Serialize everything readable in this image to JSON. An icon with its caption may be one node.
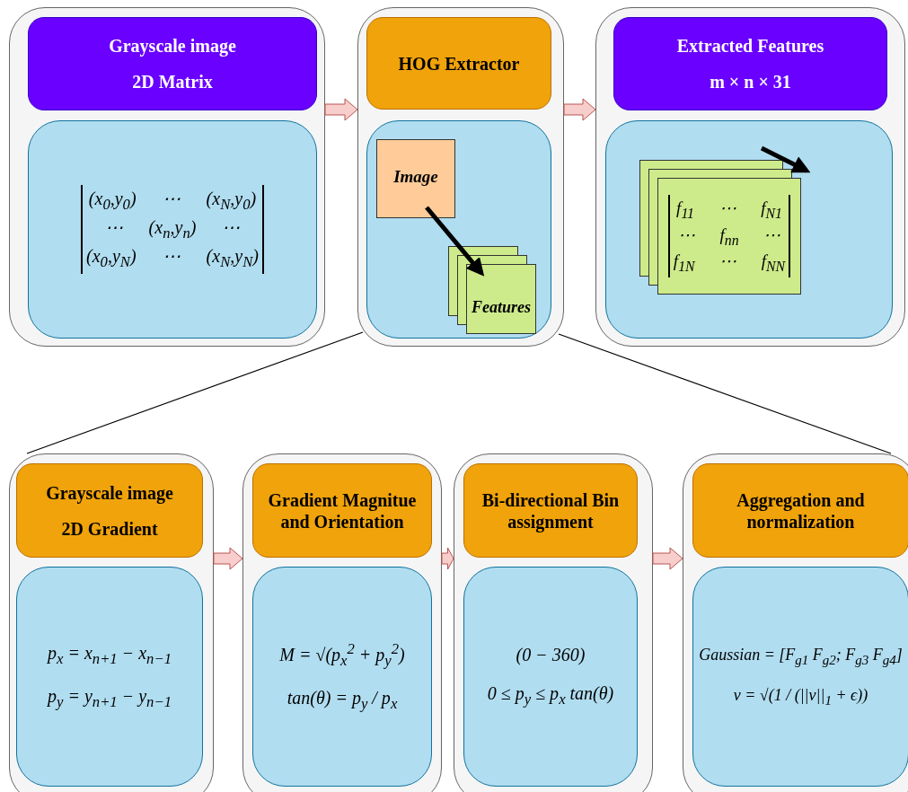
{
  "diagram": {
    "nodes": [
      {
        "text": [],
        "shape": "box"
      },
      {
        "text": [
          "Grayscale image",
          "2D Matrix"
        ],
        "in": 0
      },
      {
        "text": [
          "(x$_{0}$,y$_{0}$) ⋯ (x$_{N}$,y$_{0}$)",
          "⋯ (x$_{n}$,y$_{n}$) ⋯",
          "(x$_{0}$,y$_{N}$) ⋯ (x$_{N}$,y$_{N}$)"
        ],
        "in": 0
      },
      {
        "text": [],
        "shape": "box"
      },
      {
        "text": [
          "HOG Extractor"
        ],
        "in": 3
      },
      {
        "text": [],
        "shape": "box",
        "in": 3
      },
      {
        "text": [
          "Image"
        ],
        "in": 5
      },
      {
        "text": [
          "Features"
        ],
        "in": 5
      },
      {
        "text": [],
        "shape": "box"
      },
      {
        "text": [
          "Extracted Features",
          "m × n × 31"
        ],
        "in": 8
      },
      {
        "text": [],
        "shape": "box",
        "in": 8
      },
      {
        "text": [
          "f$_{11}$ ⋯ f$_{N1}$",
          "⋯ f$_{nn}$ ⋯",
          "f$_{1N}$ ⋯ f$_{NN}$"
        ],
        "in": 10
      },
      {
        "text": [],
        "shape": "box"
      },
      {
        "text": [
          "Grayscale image",
          "2D Gradient"
        ],
        "in": 12
      },
      {
        "text": [
          "p$_{x}$ = x$_{n+1}$ − x$_{n−1}$",
          "p$_{y}$ = y$_{n+1}$ − y$_{n−1}$"
        ],
        "in": 12
      },
      {
        "text": [],
        "shape": "box"
      },
      {
        "text": [
          "Gradient Magnitue and Orientation"
        ],
        "in": 15
      },
      {
        "text": [
          "M = √(p$_{x}$$^{2}$ + p$_{y}$$^{2}$)",
          "tan(θ) = p$_{y}$ / p$_{x}$"
        ],
        "in": 15
      },
      {
        "text": [],
        "shape": "box"
      },
      {
        "text": [
          "Bi-directional Bin assignment"
        ],
        "in": 18
      },
      {
        "text": [
          "(0 − 360)",
          "0 ≤ p$_{y}$ ≤ p$_{x}$ tan(θ)"
        ],
        "in": 18
      },
      {
        "text": [],
        "shape": "box"
      },
      {
        "text": [
          "Aggregation and normalization"
        ],
        "in": 21
      },
      {
        "text": [
          "Gaussian = [F$_{g1}$ F$_{g2}$; F$_{g3}$ F$_{g4}$]",
          "v = √(1 / (||v||$_{1}$ + ϵ))"
        ],
        "in": 21
      }
    ],
    "edges": [
      {
        "from": 0,
        "to": 3,
        "arrow": "to"
      },
      {
        "from": 3,
        "to": 8,
        "arrow": "to"
      },
      {
        "from": 6,
        "to": 7,
        "arrow": "to",
        "style": "thick",
        "color": "#000000"
      },
      {
        "from": 3,
        "to": 12,
        "arrow": "none",
        "color": "#000000"
      },
      {
        "from": 3,
        "to": 21,
        "arrow": "none",
        "color": "#000000"
      },
      {
        "from": 12,
        "to": 15,
        "arrow": "to"
      },
      {
        "from": 15,
        "to": 18,
        "arrow": "to"
      },
      {
        "from": 18,
        "to": 21,
        "arrow": "to"
      }
    ]
  }
}
